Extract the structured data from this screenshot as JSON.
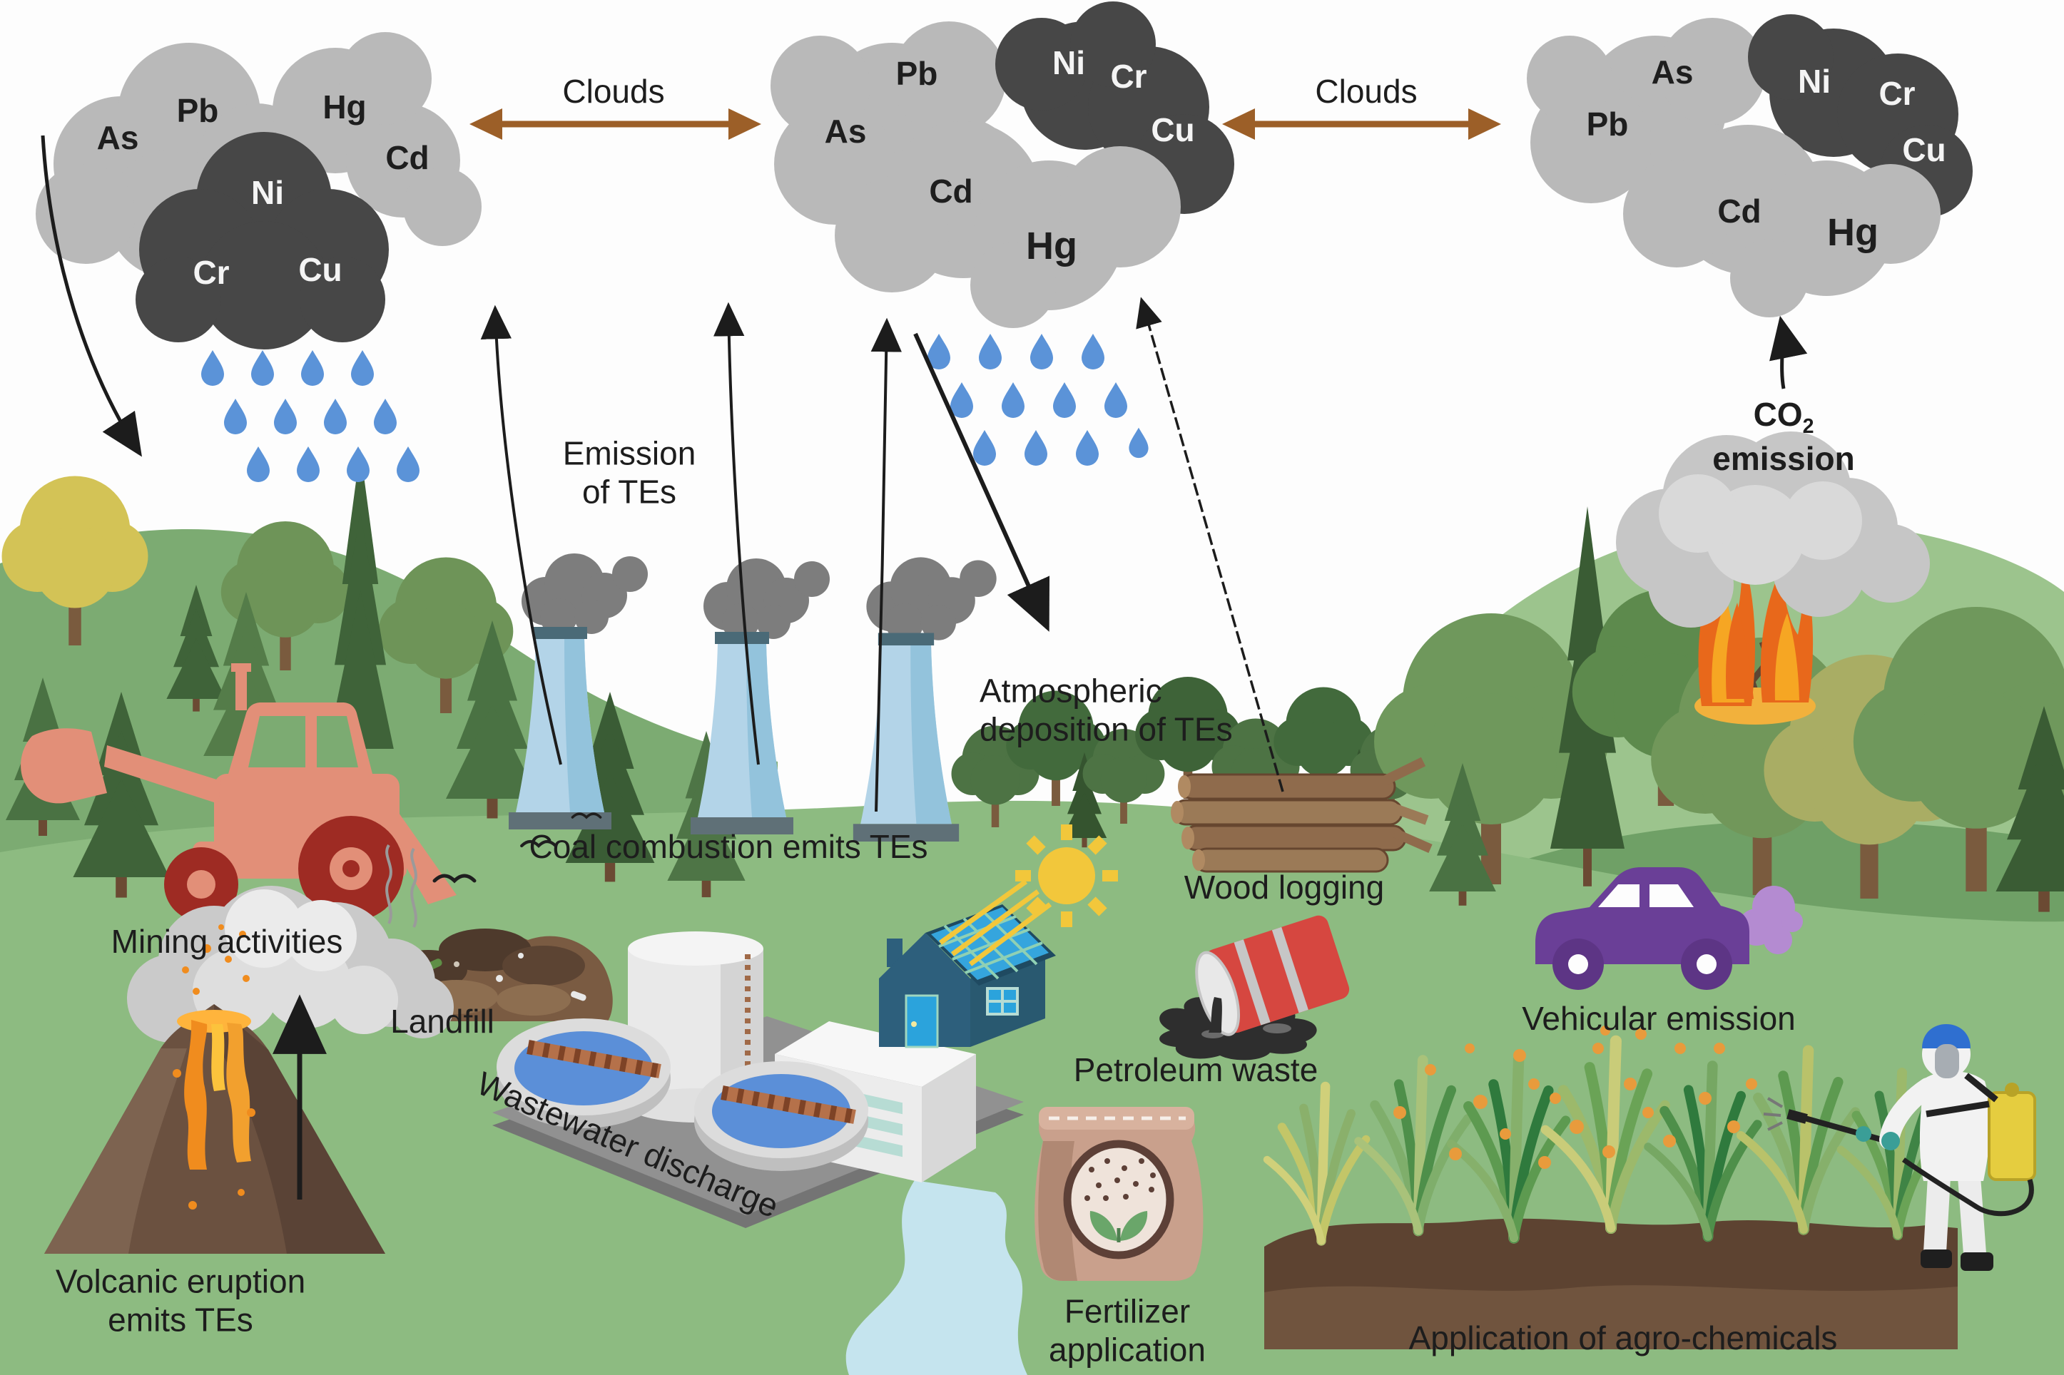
{
  "colors": {
    "c-sky": "#fdfdfd",
    "c-cloud-light": "#b9b9b9",
    "c-cloud-dark": "#474747",
    "c-rain": "#5b93d8",
    "c-arrow-brown": "#9c5f28",
    "c-arrow-black": "#1c1c1c",
    "c-text": "#1d1d1d",
    "c-field": "#8dbb81",
    "c-hill-left": "#7cab72",
    "c-hill-right": "#9cc48d",
    "c-band-right": "#6fa066",
    "c-tractor": "#e28f78",
    "c-tractor-wheel": "#9e2b23",
    "c-car": "#6a3f97",
    "c-car-smoke": "#b48bd1",
    "c-sun": "#f2c73b",
    "c-barrel": "#d64740",
    "c-oil": "#2e2e2e",
    "c-soil": "#5d4331",
    "c-stream": "#c5e4ee",
    "c-water": "#5b8fd8"
  },
  "clouds": {
    "left": {
      "elements": [
        "As",
        "Pb",
        "Hg",
        "Cd",
        "Ni",
        "Cr",
        "Cu"
      ]
    },
    "middle": {
      "elements": [
        "Pb",
        "As",
        "Ni",
        "Cr",
        "Cu",
        "Cd",
        "Hg"
      ]
    },
    "right": {
      "elements": [
        "As",
        "Pb",
        "Ni",
        "Cr",
        "Cu",
        "Cd",
        "Hg"
      ]
    }
  },
  "labels": {
    "clouds_link": "Clouds",
    "emission_line1": "Emission",
    "emission_line2": "of TEs",
    "coal": "Coal combustion emits TEs",
    "deposition_line1": "Atmospheric",
    "deposition_line2": "deposition of TEs",
    "co2_main": "CO",
    "co2_sub": "2",
    "co2_line2": "emission",
    "mining": "Mining activities",
    "landfill": "Landfill",
    "volcano_line1": "Volcanic eruption",
    "volcano_line2": "emits TEs",
    "wastewater": "Wastewater discharge",
    "wood": "Wood logging",
    "petroleum": "Petroleum waste",
    "fertilizer_line1": "Fertilizer",
    "fertilizer_line2": "application",
    "vehicular": "Vehicular emission",
    "agro": "Application of agro-chemicals"
  }
}
